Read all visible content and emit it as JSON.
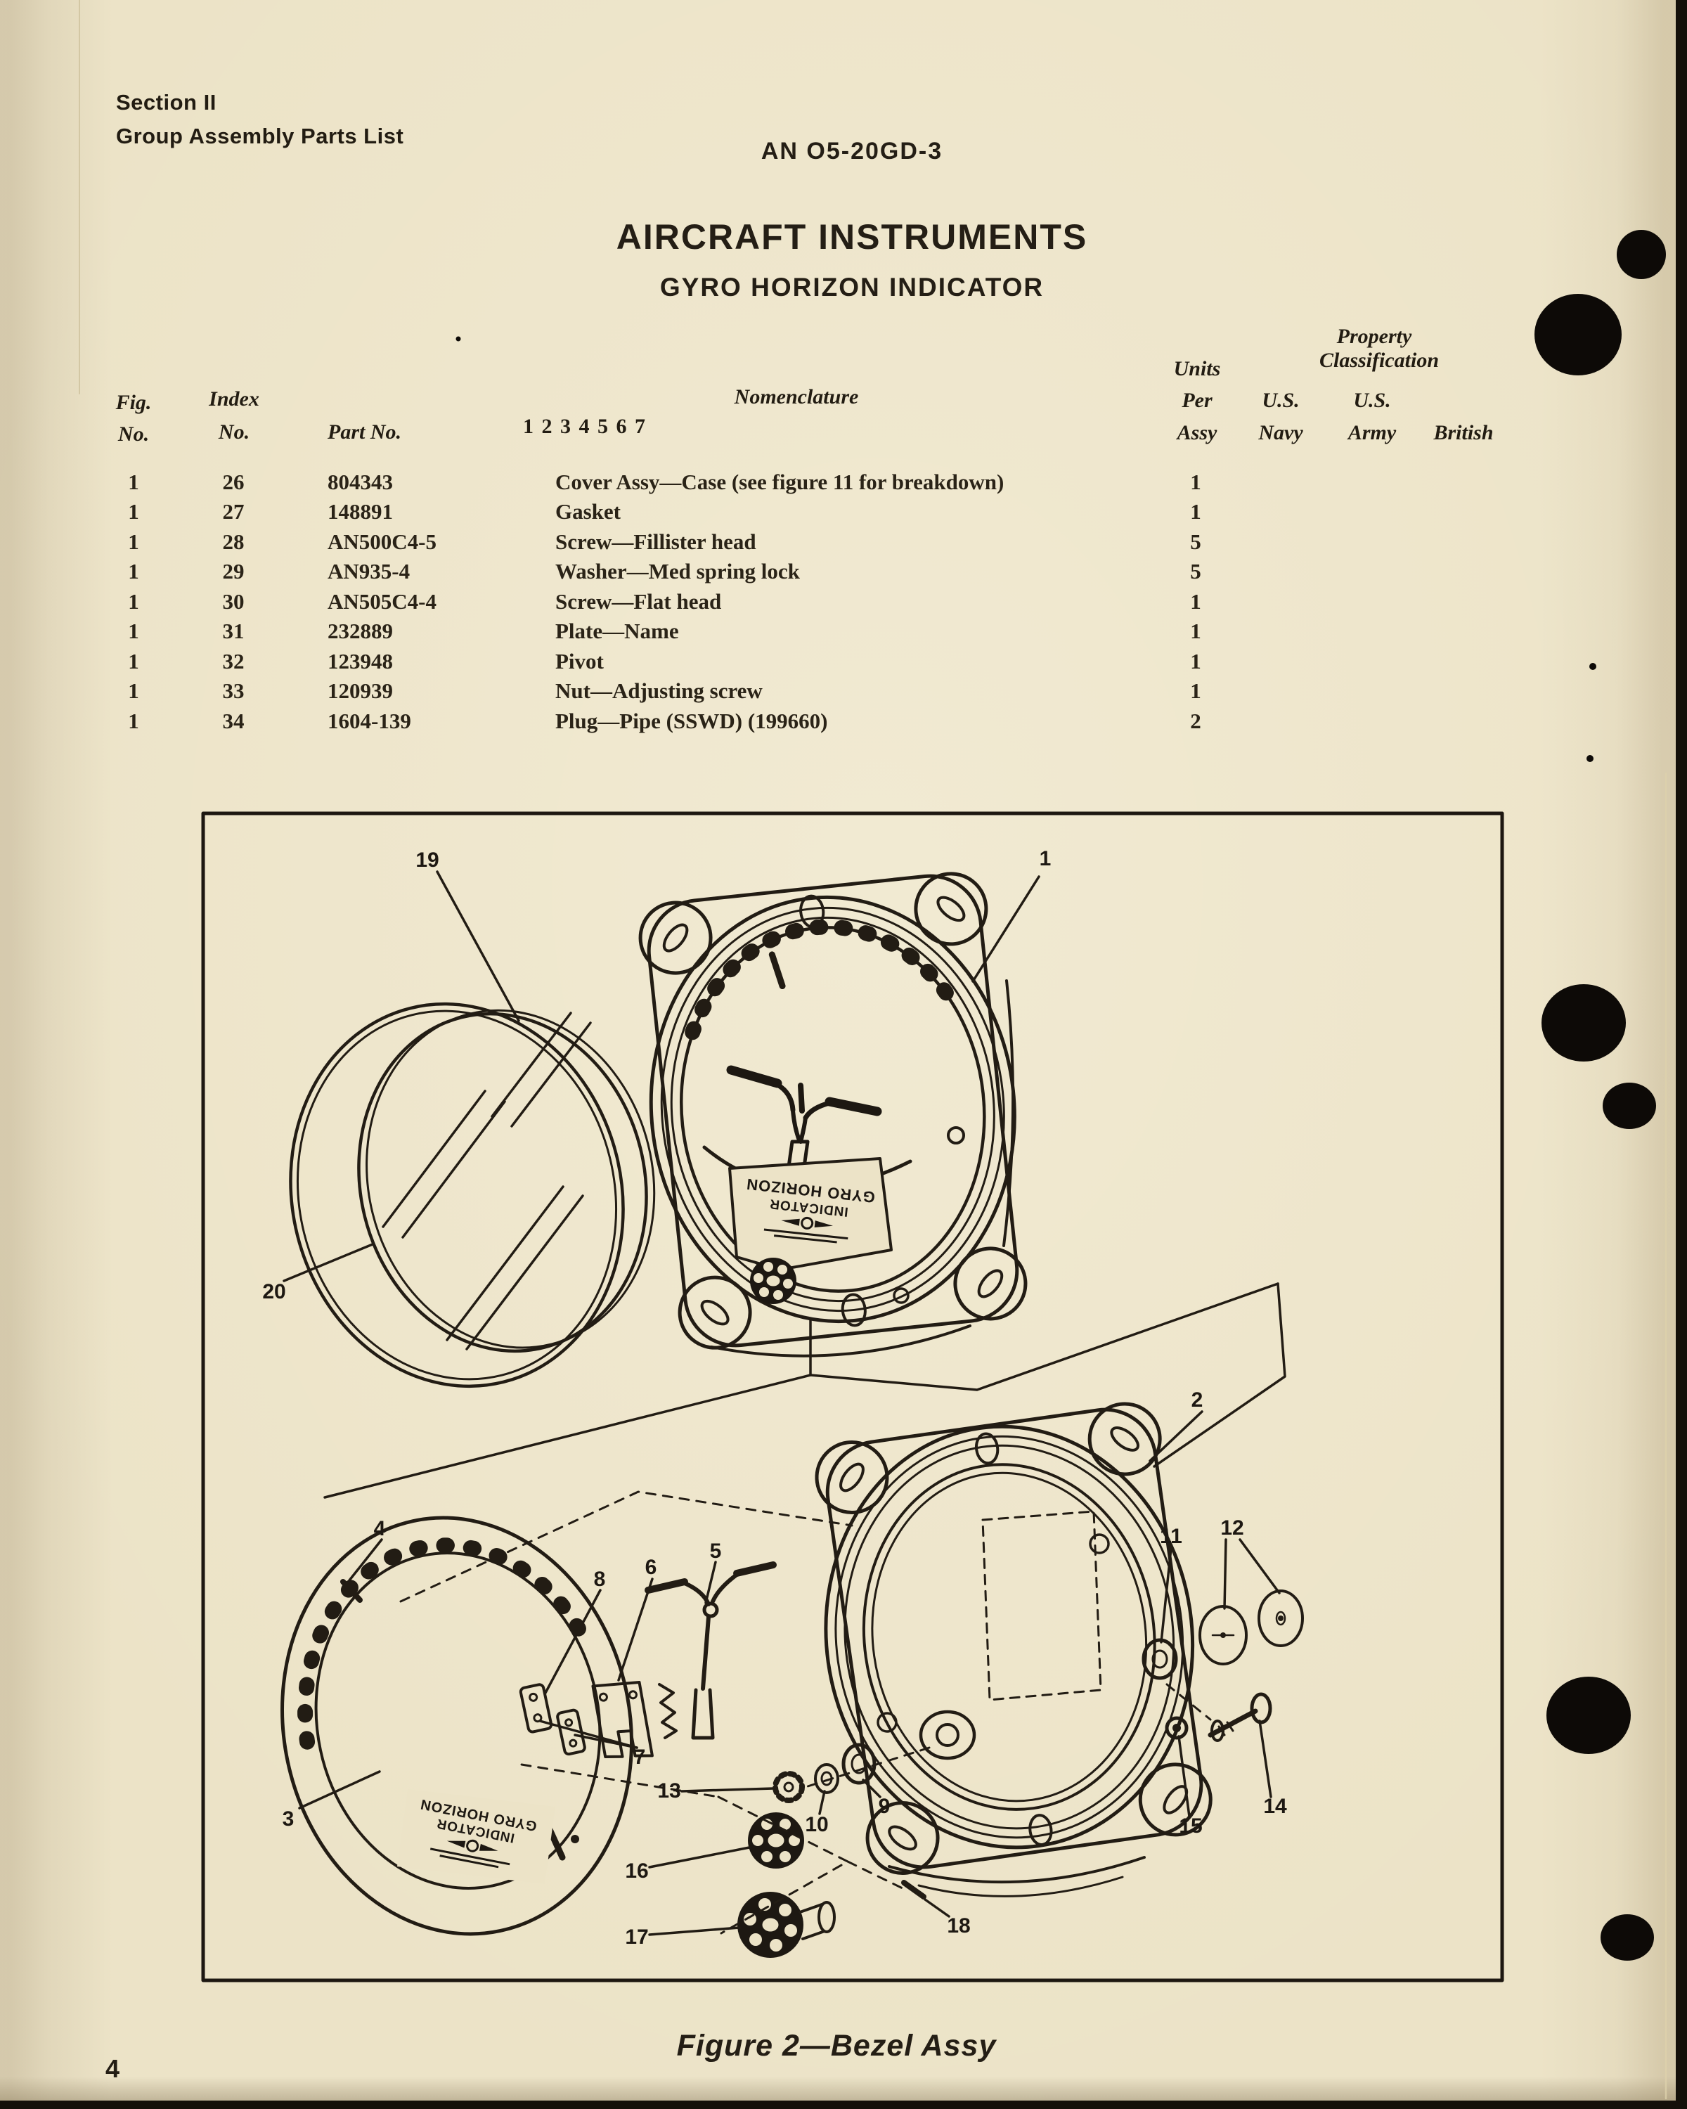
{
  "page": {
    "section_line1": "Section II",
    "section_line2": "Group Assembly Parts List",
    "doc_number": "AN O5-20GD-3",
    "title": "AIRCRAFT INSTRUMENTS",
    "subtitle": "GYRO HORIZON INDICATOR",
    "page_number": "4"
  },
  "table": {
    "headers": {
      "fig_line1": "Fig.",
      "fig_line2": "No.",
      "index_line1": "Index",
      "index_line2": "No.",
      "part_no": "Part No.",
      "nomenclature": "Nomenclature",
      "indent_levels": "1 2 3 4 5 6 7",
      "units_line1": "Units",
      "units_line2": "Per",
      "units_line3": "Assy",
      "property_line1": "Property",
      "property_line2": "Classification",
      "navy_line1": "U.S.",
      "navy_line2": "Navy",
      "army_line1": "U.S.",
      "army_line2": "Army",
      "british": "British"
    },
    "rows": [
      {
        "fig": "1",
        "index": "26",
        "part": "804343",
        "nomenclature": "Cover Assy—Case (see figure 11 for breakdown)",
        "units": "1"
      },
      {
        "fig": "1",
        "index": "27",
        "part": "148891",
        "nomenclature": "Gasket",
        "units": "1"
      },
      {
        "fig": "1",
        "index": "28",
        "part": "AN500C4-5",
        "nomenclature": "Screw—Fillister head",
        "units": "5"
      },
      {
        "fig": "1",
        "index": "29",
        "part": "AN935-4",
        "nomenclature": "Washer—Med spring lock",
        "units": "5"
      },
      {
        "fig": "1",
        "index": "30",
        "part": "AN505C4-4",
        "nomenclature": "Screw—Flat head",
        "units": "1"
      },
      {
        "fig": "1",
        "index": "31",
        "part": "232889",
        "nomenclature": "Plate—Name",
        "units": "1"
      },
      {
        "fig": "1",
        "index": "32",
        "part": "123948",
        "nomenclature": "Pivot",
        "units": "1"
      },
      {
        "fig": "1",
        "index": "33",
        "part": "120939",
        "nomenclature": "Nut—Adjusting screw",
        "units": "1"
      },
      {
        "fig": "1",
        "index": "34",
        "part": "1604-139",
        "nomenclature": "Plug—Pipe (SSWD) (199660)",
        "units": "2"
      }
    ]
  },
  "figure": {
    "caption": "Figure 2—Bezel Assy",
    "callout_labels": [
      "1",
      "2",
      "3",
      "4",
      "5",
      "6",
      "7",
      "8",
      "9",
      "10",
      "11",
      "12",
      "13",
      "14",
      "15",
      "16",
      "17",
      "18",
      "19",
      "20"
    ],
    "nameplate": {
      "line1": "GYRO HORIZON",
      "line2": "INDICATOR"
    }
  }
}
